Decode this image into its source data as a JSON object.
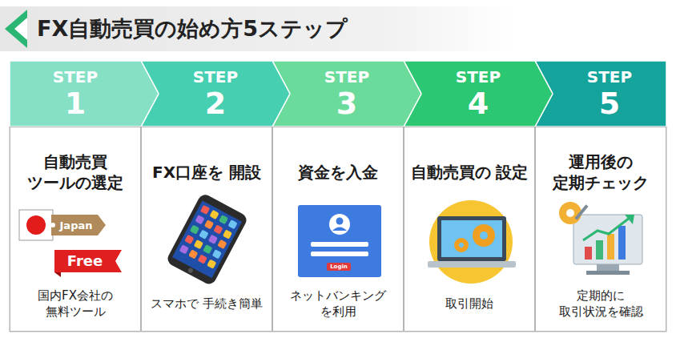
{
  "diagram": {
    "title": "FX自動売買の始め方5ステップ",
    "nodes": [
      {
        "text": [
          "STEP",
          "1"
        ]
      },
      {
        "text": [
          "STEP",
          "2"
        ]
      },
      {
        "text": [
          "STEP",
          "3"
        ]
      },
      {
        "text": [
          "STEP",
          "4"
        ]
      },
      {
        "text": [
          "STEP",
          "5"
        ]
      },
      {
        "text": [
          "自動売買 ツールの選定",
          "国内FX会社の 無料ツール"
        ]
      },
      {
        "text": [
          "FX口座を 開設",
          "スマホで 手続き簡単"
        ]
      },
      {
        "text": [
          "資金を入金",
          "ネットバンキング を利用"
        ]
      },
      {
        "text": [
          "自動売買の 設定",
          "取引開始"
        ]
      },
      {
        "text": [
          "運用後の 定期チェック",
          "定期的に 取引状況を確認"
        ]
      }
    ],
    "labels": [
      "Japan",
      "Free",
      "Login"
    ]
  }
}
